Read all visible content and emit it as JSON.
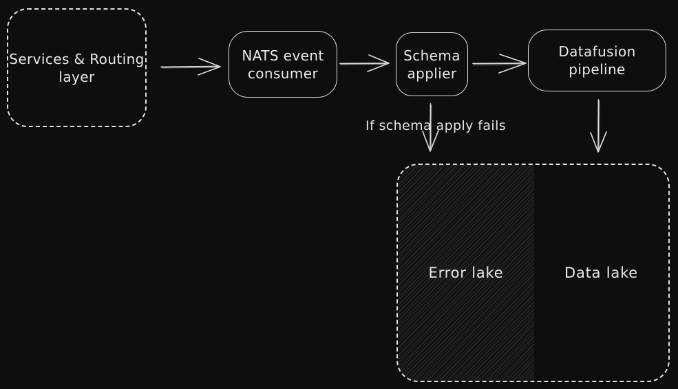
{
  "diagram": {
    "background_color": "#0e0e0e",
    "stroke_color": "#e2e2e2",
    "text_color": "#e9e9e9",
    "hatch_color": "#2a2a2a",
    "nodes": {
      "services_routing": {
        "label": "Services & Routing\nlayer",
        "shape": "dashed-rounded-rect"
      },
      "nats_consumer": {
        "label": "NATS event\nconsumer",
        "shape": "rounded-rect"
      },
      "schema_applier": {
        "label": "Schema\napplier",
        "shape": "rounded-rect"
      },
      "datafusion": {
        "label": "Datafusion pipeline",
        "shape": "rounded-rect"
      },
      "lakes_container": {
        "shape": "dashed-rounded-rect"
      },
      "error_lake": {
        "label": "Error lake",
        "fill": "hatched"
      },
      "data_lake": {
        "label": "Data lake",
        "fill": "none"
      }
    },
    "annotations": {
      "schema_fail": {
        "label": "If schema apply fails"
      }
    },
    "edges": [
      {
        "from": "services_routing",
        "to": "nats_consumer",
        "direction": "right"
      },
      {
        "from": "nats_consumer",
        "to": "schema_applier",
        "direction": "right"
      },
      {
        "from": "schema_applier",
        "to": "datafusion",
        "direction": "right"
      },
      {
        "from": "schema_applier",
        "to": "error_lake",
        "direction": "down",
        "condition": "If schema apply fails"
      },
      {
        "from": "datafusion",
        "to": "data_lake",
        "direction": "down"
      }
    ]
  }
}
